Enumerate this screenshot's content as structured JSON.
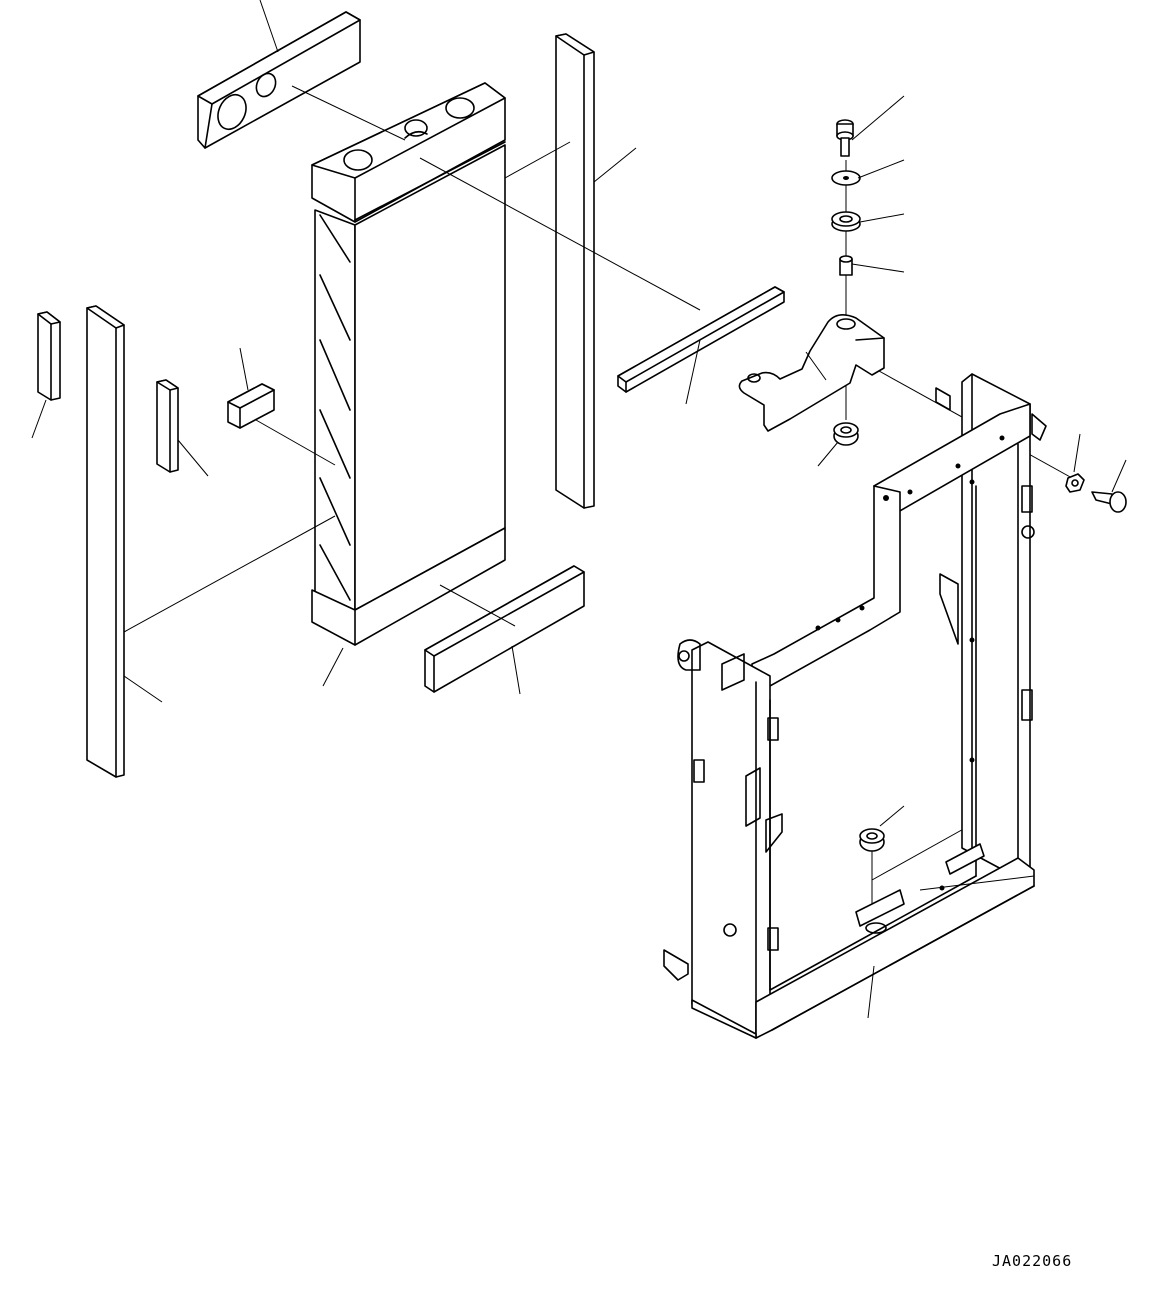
{
  "drawing": {
    "code": "JA022066",
    "parts": [
      "top-seal",
      "radiator-core",
      "right-vertical-seal",
      "left-vertical-seal",
      "left-short-seal",
      "small-seal-a",
      "small-block-seal",
      "bottom-seal",
      "diagonal-bar-seal",
      "bolt",
      "washer",
      "rubber-mount",
      "collar",
      "support-bracket",
      "lower-bushing",
      "radiator-frame",
      "frame-nut",
      "frame-bolt",
      "frame-bottom-mount"
    ]
  }
}
